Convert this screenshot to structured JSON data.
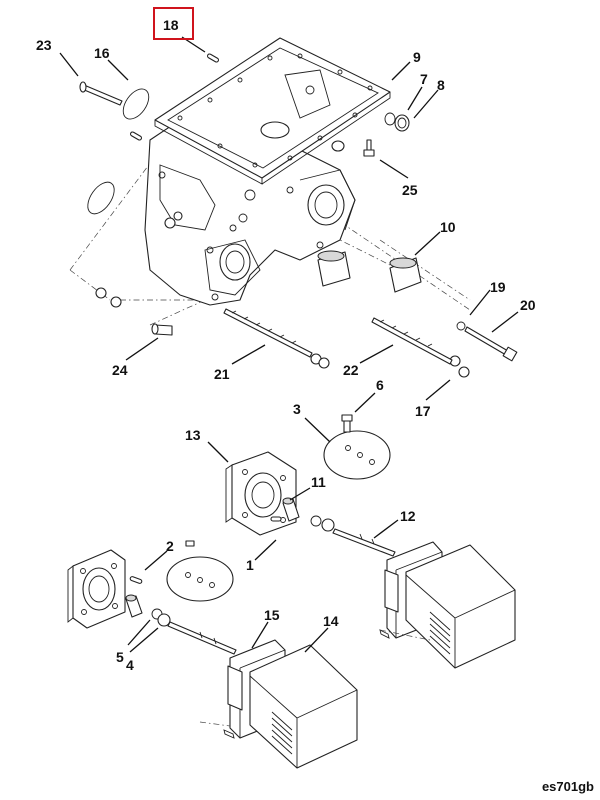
{
  "diagram": {
    "callouts": [
      {
        "label": "18",
        "highlighted": true
      },
      {
        "label": "23"
      },
      {
        "label": "16"
      },
      {
        "label": "9"
      },
      {
        "label": "7"
      },
      {
        "label": "8"
      },
      {
        "label": "25"
      },
      {
        "label": "10"
      },
      {
        "label": "19"
      },
      {
        "label": "20"
      },
      {
        "label": "24"
      },
      {
        "label": "21"
      },
      {
        "label": "22"
      },
      {
        "label": "17"
      },
      {
        "label": "6"
      },
      {
        "label": "3"
      },
      {
        "label": "13"
      },
      {
        "label": "11"
      },
      {
        "label": "12"
      },
      {
        "label": "2"
      },
      {
        "label": "1"
      },
      {
        "label": "5"
      },
      {
        "label": "4"
      },
      {
        "label": "15"
      },
      {
        "label": "14"
      }
    ],
    "figure_id": "es701gb",
    "highlight_color": "#d0141d"
  }
}
